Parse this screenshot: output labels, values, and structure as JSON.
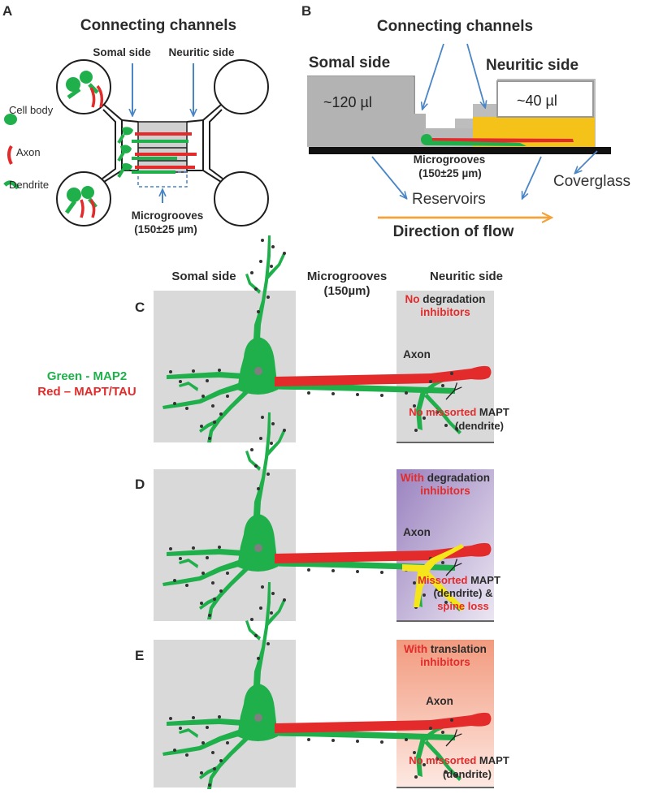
{
  "panelA": {
    "letter": "A",
    "title": "Connecting channels",
    "somal": "Somal side",
    "neuritic": "Neuritic side",
    "legend": [
      "Cell body",
      "Axon",
      "Dendrite"
    ],
    "microgrooves": "Microgrooves",
    "size": "(150±25 µm)"
  },
  "panelB": {
    "letter": "B",
    "title": "Connecting channels",
    "somal": "Somal side",
    "neuritic": "Neuritic side",
    "vol_left": "~120 µl",
    "vol_right": "~40 µl",
    "microgrooves": "Microgrooves",
    "size": "(150±25 µm)",
    "reservoirs": "Reservoirs",
    "coverglass": "Coverglass",
    "flow": "Direction of flow"
  },
  "header": {
    "somal": "Somal side",
    "microgrooves": "Microgrooves",
    "size": "(150µm)",
    "neuritic": "Neuritic side"
  },
  "legend": {
    "green": "Green - MAP2",
    "red": "Red – MAPT/TAU"
  },
  "panelC": {
    "letter": "C",
    "cond_a": "No",
    "cond_b": " degradation",
    "cond_c": "inhibitors",
    "axon": "Axon",
    "note_a": "No missorted",
    "note_b": " MAPT",
    "note_c": "(dendrite)"
  },
  "panelD": {
    "letter": "D",
    "cond_a": "With",
    "cond_b": " degradation",
    "cond_c": "inhibitors",
    "axon": "Axon",
    "note_a": "Missorted",
    "note_b": " MAPT",
    "note_c": "(dendrite) &",
    "note_d": "spine loss"
  },
  "panelE": {
    "letter": "E",
    "cond_a": "With",
    "cond_b": " translation",
    "cond_c": "inhibitors",
    "axon": "Axon",
    "note_a": "No missorted",
    "note_b": " MAPT",
    "note_c": "(dendrite)"
  },
  "colors": {
    "green": "#1fb04b",
    "red": "#e32b2b",
    "blue": "#4a86c5",
    "orange": "#f4a23a",
    "gray": "#d9d9d9",
    "yellow": "#f4e61a",
    "text": "#2b2b2b"
  }
}
